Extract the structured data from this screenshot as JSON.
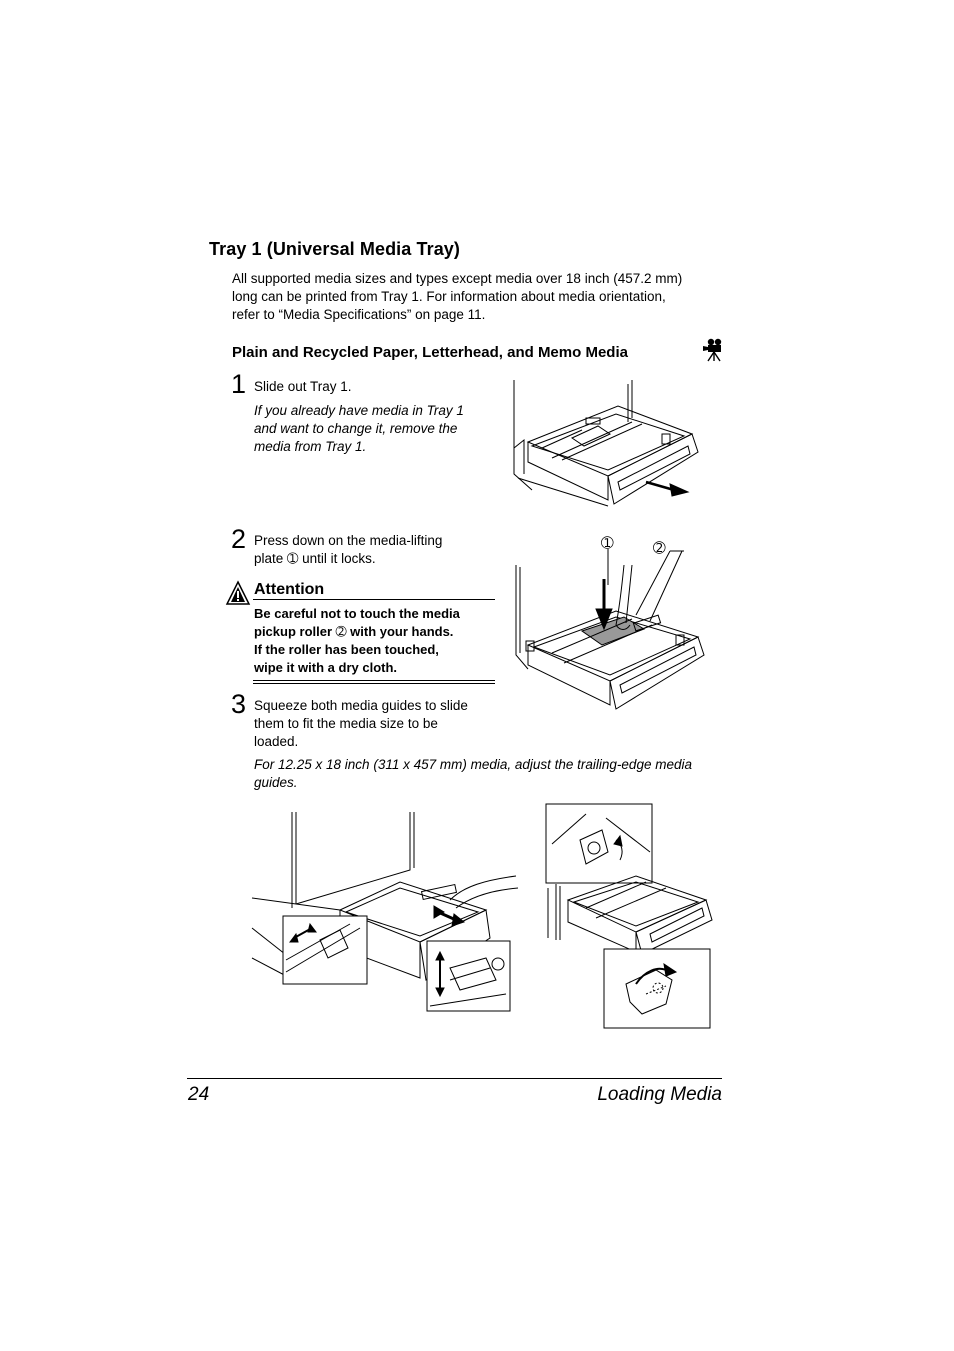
{
  "section": {
    "title": "Tray 1 (Universal Media Tray)",
    "intro": [
      "All supported media sizes and types except media over 18 inch (457.2 mm)",
      "long can be printed from Tray 1. For information about media orientation,",
      "refer to “Media Specifications” on page 11."
    ]
  },
  "subsection": {
    "title": "Plain and Recycled Paper, Letterhead, and Memo Media",
    "icon": "video-camera-icon"
  },
  "steps": [
    {
      "number": "1",
      "lines": [
        "Slide out Tray 1."
      ],
      "note": [
        "If you already have media in Tray 1",
        "and want to change it, remove the",
        "media from Tray 1."
      ]
    },
    {
      "number": "2",
      "lines": [
        "Press down on the media-lifting",
        "plate ➀ until it locks."
      ]
    },
    {
      "number": "3",
      "lines": [
        "Squeeze both media guides to slide",
        "them to fit the media size to be",
        "loaded."
      ],
      "note": [
        "For 12.25 x 18 inch (311 x 457 mm) media, adjust the trailing-edge media",
        "guides."
      ]
    }
  ],
  "attention": {
    "title": "Attention",
    "lines": [
      "Be careful not to touch the media",
      "pickup roller ➁ with your hands.",
      "If the roller has been touched,",
      "wipe it with a dry cloth."
    ]
  },
  "callouts": {
    "one": "➀",
    "two": "➁"
  },
  "footer": {
    "page_number": "24",
    "chapter": "Loading Media"
  }
}
